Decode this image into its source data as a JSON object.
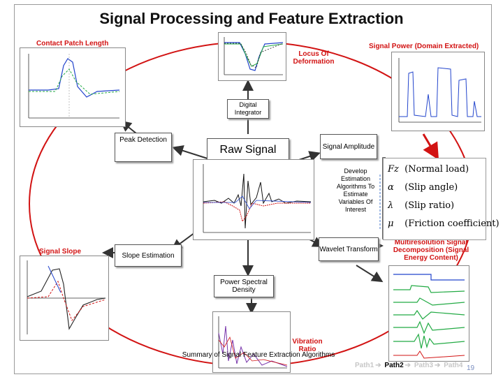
{
  "title": "Signal Processing and Feature Extraction",
  "caption": "Summary of Signal Feature Extraction Algorithms",
  "labels": {
    "contact_patch": "Contact Patch Length",
    "signal_power": "Signal Power (Domain Extracted)",
    "locus": "Locus Of Deformation",
    "signal_slope": "Signal Slope",
    "multiresolution": "Multiresolution Signal Decomposition (Signal Energy Content)",
    "vibration": "Vibration Ratio"
  },
  "boxes": {
    "digital_integrator": "Digital Integrator",
    "peak_detection": "Peak Detection",
    "raw_signal": "Raw Signal",
    "signal_amplitude": "Signal Amplitude",
    "slope_estimation": "Slope Estimation",
    "wavelet_transform": "Wavelet Transform",
    "power_spectral_density": "Power Spectral Density"
  },
  "develop_text": "Develop Estimation Algorithms To Estimate Variables Of Interest",
  "variables": [
    {
      "symbol": "Fz",
      "name": "(Normal load)"
    },
    {
      "symbol": "α",
      "name": "(Slip angle)"
    },
    {
      "symbol": "λ",
      "name": "(Slip ratio)"
    },
    {
      "symbol": "μ",
      "name": "(Friction coefficient)"
    }
  ],
  "paths": [
    "Path1",
    "Path2",
    "Path3",
    "Path4"
  ],
  "page_number": "19",
  "colors": {
    "ring": "#d21313",
    "arrow": "#444444",
    "accent_red": "#d21313",
    "frame": "#9a9a9a"
  }
}
